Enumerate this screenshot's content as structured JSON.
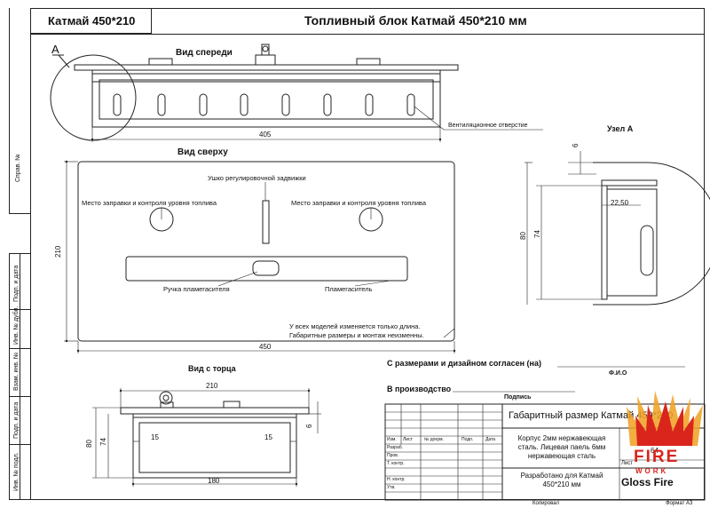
{
  "header": {
    "model_label": "Катмай 450*210",
    "title": "Топливный блок Катмай 450*210 мм"
  },
  "front_view": {
    "title": "Вид спереди",
    "node_marker": "A",
    "width_dim": "405",
    "vent_label": "Вентиляционное отверстие"
  },
  "top_view": {
    "title": "Вид сверху",
    "damper_eye_label": "Ушко регулировочной задвижки",
    "fill_left_label": "Место заправки и контроля уровня топлива",
    "fill_right_label": "Место заправки и контроля уровня топлива",
    "handle_label": "Ручка пламегасителя",
    "flame_label": "Пламегаситель",
    "note_line1": "У всех моделей изменяется только длина.",
    "note_line2": "Габаритные размеры и монтаж неизменны.",
    "width_dim": "450",
    "depth_dim": "210"
  },
  "node_a": {
    "title": "Узел А",
    "dim_top": "6",
    "dim_inner": "22,50",
    "dim_outer": "80",
    "dim_height": "74"
  },
  "end_view": {
    "title": "Вид с торца",
    "dim_top": "210",
    "dim_left_outer": "80",
    "dim_left_inner": "74",
    "dim_right": "6",
    "dim_left_margin": "15",
    "dim_right_margin": "15",
    "dim_bottom": "180"
  },
  "approval": {
    "agree_label": "С размерами и дизайном согласен (на)",
    "fio_label": "Ф.И.О",
    "production_label": "В производство",
    "signature_label": "Подпись"
  },
  "title_block": {
    "gabarit": "Габаритный размер Катмай 450*210",
    "roles": [
      "Изм.",
      "Лист",
      "№ докум.",
      "Подп.",
      "Дата"
    ],
    "rows": [
      "Разраб.",
      "Пров.",
      "Т. контр.",
      "",
      "Н. контр.",
      "Утв."
    ],
    "material": "Корпус 2мм нержавеющая сталь. Лицевая паель 6мм нержавеющая сталь",
    "developed_for": "Разработано для Катмай 450*210 мм",
    "sheet_label": "Лист",
    "scale_val": "64",
    "copied": "Копировал",
    "format": "Формат А3",
    "company_partial": "Gloss Fire",
    "logo_letters": [
      "F",
      "I",
      "R",
      "E"
    ],
    "logo_sub": "WORK"
  },
  "side_stamps": [
    "Справ. №",
    "Подп. и дата",
    "Инв. № дубл.",
    "Взам. инв. №",
    "Подп. и дата",
    "Инв. № подл."
  ],
  "colors": {
    "line": "#222222",
    "logo_flame": "#d9251c",
    "logo_gold": "#f0a020"
  }
}
